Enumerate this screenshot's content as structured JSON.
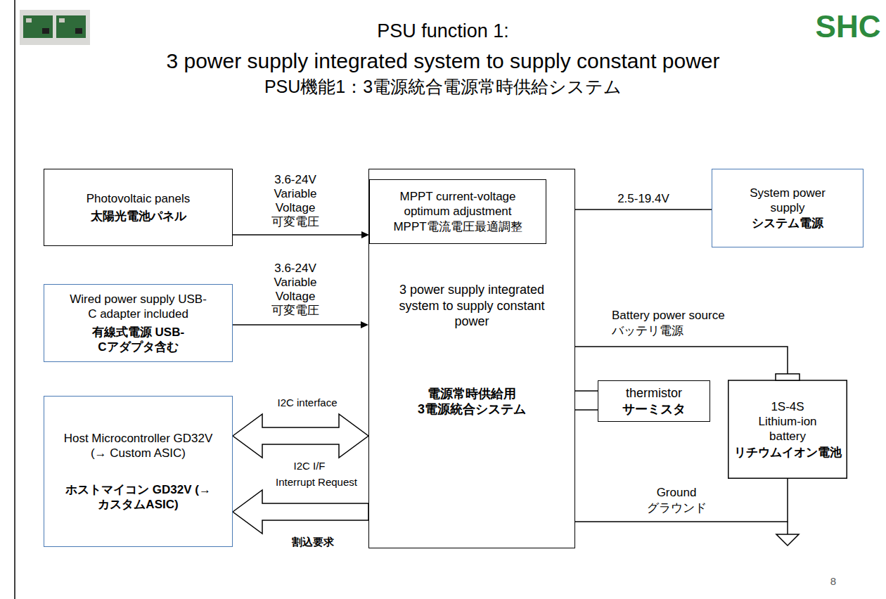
{
  "diagram": {
    "title": "PSU function 1:",
    "nodes": [
      {
        "text": [
          "Photovoltaic panels",
          "太陽光電池パネル"
        ]
      },
      {
        "text": [
          "Wired power supply USB-C adapter included",
          "有線式電源 USB-Cアダプタ含む"
        ]
      },
      {
        "text": [
          "Host Microcontroller GD32V (→ Custom ASIC)",
          "ホストマイコン GD32V (→カスタムASIC)"
        ]
      },
      {
        "text": [
          "3 power supply integrated system to supply constant power",
          "電源常時供給用 3電源統合システム"
        ]
      },
      {
        "text": [
          "MPPT current-voltage optimum adjustment",
          "MPPT電流電圧最適調整"
        ],
        "in": 3
      },
      {
        "text": [
          "System power supply",
          "システム電源"
        ]
      },
      {
        "text": [
          "thermistor",
          "サーミスタ"
        ]
      },
      {
        "text": [
          "1S-4S Lithium-ion battery",
          "リチウムイオン電池"
        ]
      }
    ],
    "edges": [
      {
        "from": 0,
        "to": 4,
        "label": "3.6-24V Variable Voltage 可変電圧",
        "arrow": "to"
      },
      {
        "from": 1,
        "to": 3,
        "label": "3.6-24V Variable Voltage 可変電圧",
        "arrow": "to"
      },
      {
        "from": 3,
        "to": 5,
        "label": "2.5-19.4V",
        "arrow": "none"
      },
      {
        "from": 2,
        "to": 3,
        "label": "I2C interface",
        "arrow": "both"
      },
      {
        "from": 3,
        "to": 2,
        "label": "Interrupt Request",
        "arrow": "to"
      },
      {
        "from": 3,
        "to": 6,
        "arrow": "none"
      },
      {
        "from": 3,
        "to": 6,
        "arrow": "none"
      },
      {
        "from": 3,
        "to": 7,
        "label": "Battery power source バッテリ電源",
        "arrow": "none"
      },
      {
        "from": 3,
        "to": 7,
        "label": "Ground グラウンド",
        "arrow": "none"
      }
    ],
    "labels": [
      "3 power supply integrated system to supply constant power",
      "PSU機能1：3電源統合電源常時供給システム",
      "SHC",
      "I2C I/F",
      "割込要求",
      "8"
    ]
  }
}
